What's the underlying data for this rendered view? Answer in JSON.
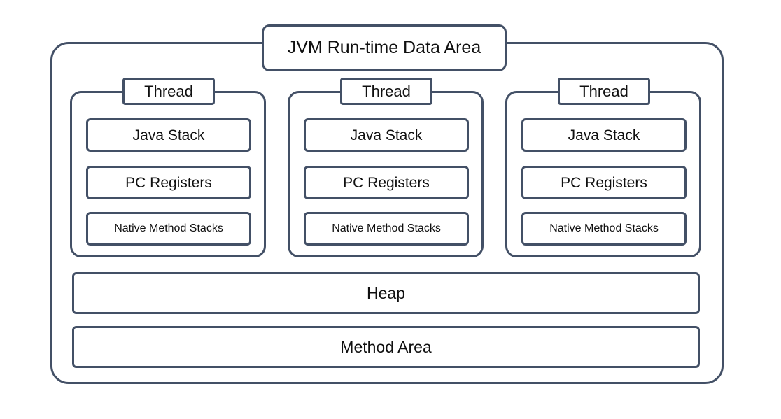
{
  "diagram": {
    "title": "JVM Run-time Data Area",
    "background_color": "#ffffff",
    "border_color": "#435066",
    "text_color": "#101010",
    "threads": [
      {
        "label": "Thread",
        "areas": [
          {
            "label": "Java Stack"
          },
          {
            "label": "PC Registers"
          },
          {
            "label": "Native Method Stacks"
          }
        ]
      },
      {
        "label": "Thread",
        "areas": [
          {
            "label": "Java Stack"
          },
          {
            "label": "PC Registers"
          },
          {
            "label": "Native Method Stacks"
          }
        ]
      },
      {
        "label": "Thread",
        "areas": [
          {
            "label": "Java Stack"
          },
          {
            "label": "PC Registers"
          },
          {
            "label": "Native Method Stacks"
          }
        ]
      }
    ],
    "shared_areas": [
      {
        "label": "Heap"
      },
      {
        "label": "Method Area"
      }
    ]
  }
}
